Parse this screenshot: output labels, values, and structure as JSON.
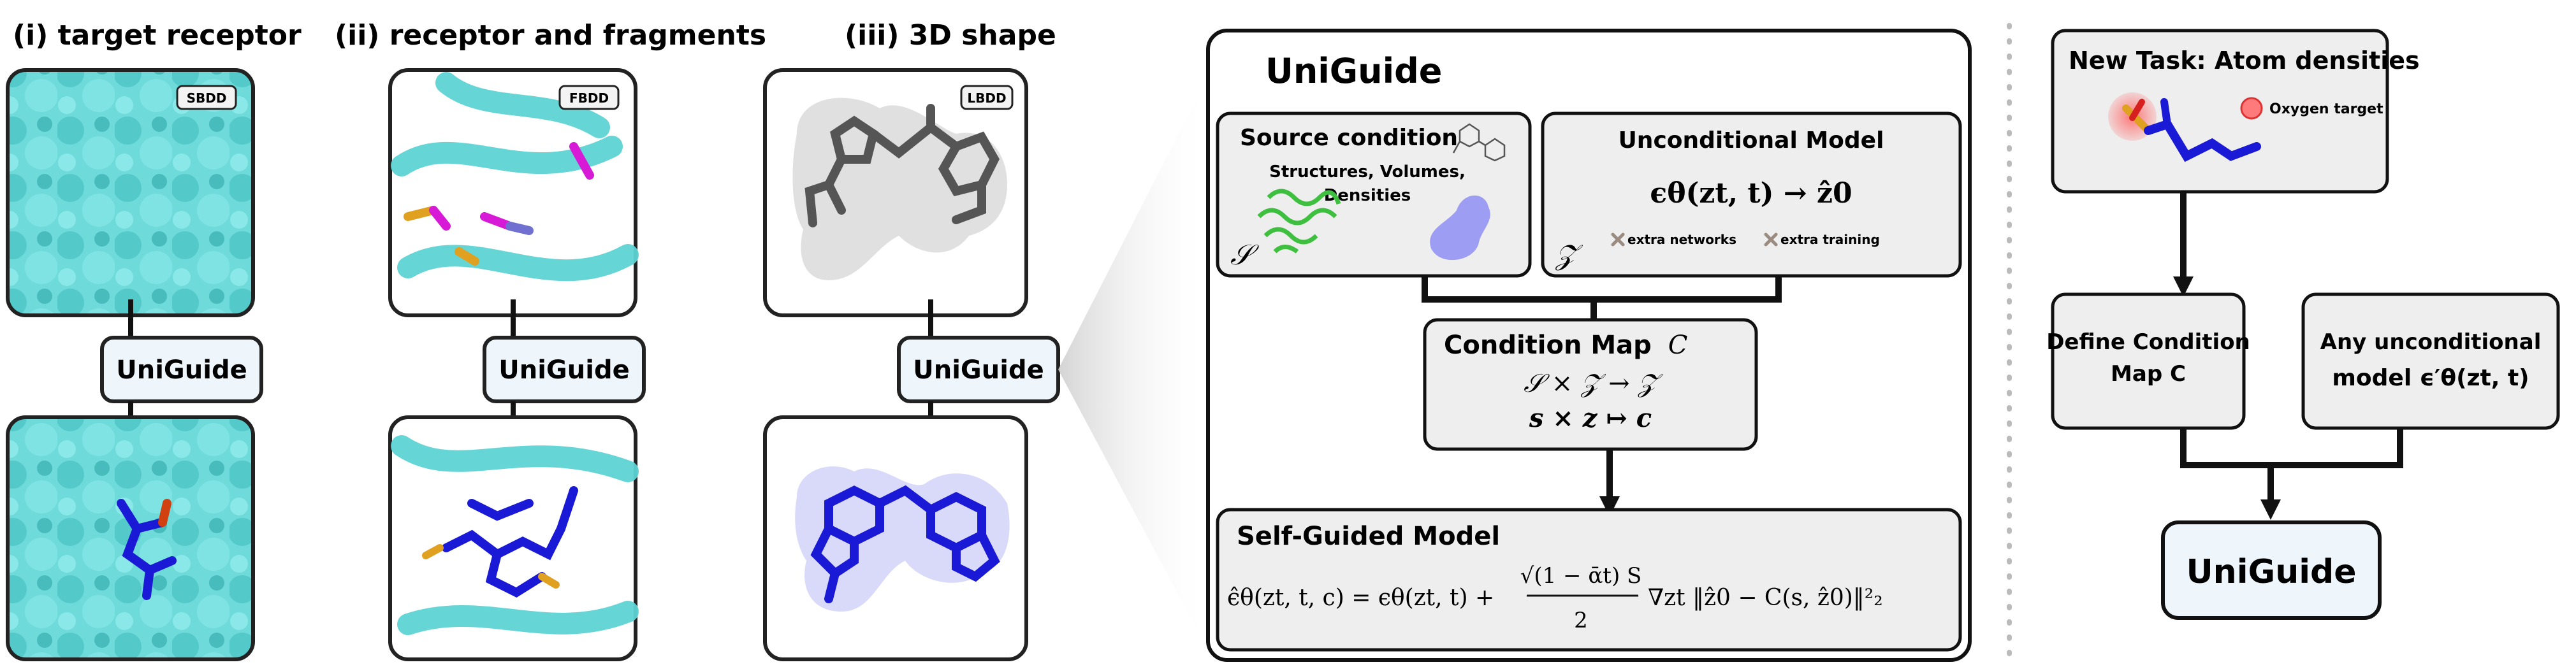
{
  "panels": {
    "sbdd": {
      "heading": "(i) target receptor",
      "tag": "SBDD",
      "guide_label": "UniGuide"
    },
    "fbdd": {
      "heading": "(ii) receptor and fragments",
      "tag": "FBDD",
      "guide_label": "UniGuide"
    },
    "lbdd": {
      "heading": "(iii) 3D shape",
      "tag": "LBDD",
      "guide_label": "UniGuide"
    }
  },
  "uniguide_box": {
    "title": "UniGuide",
    "source_condition": {
      "title": "Source condition",
      "subtitle_line1": "Structures, Volumes,",
      "subtitle_line2": "Densities",
      "symbol": "𝒮"
    },
    "unconditional_model": {
      "title": "Unconditional Model",
      "formula": "ϵθ(zt, t) → ẑ0",
      "symbol": "𝒵",
      "cross1": "extra networks",
      "cross2": "extra training"
    },
    "condition_map": {
      "title": "Condition Map",
      "symbol": "C",
      "line1": "𝒮 × 𝒵  →  𝒵",
      "line2": "s × z  ↦  c"
    },
    "self_guided": {
      "title": "Self-Guided Model",
      "lhs": "ϵ̂θ(zt, t, c) = ϵθ(zt, t) +",
      "frac_num": "√(1 − ᾱt) S",
      "frac_den": "2",
      "rhs": "∇zt ‖ẑ0 − C(s, ẑ0)‖²₂"
    }
  },
  "new_task": {
    "title": "New Task: Atom densities",
    "legend": "Oxygen target",
    "define_condition_line1": "Define Condition",
    "define_condition_line2": "Map C",
    "any_model_line1": "Any unconditional",
    "any_model_line2": "model ϵ′θ(zt, t)",
    "final_label": "UniGuide"
  },
  "colors": {
    "protein": "#5ed3d3",
    "protein_dark": "#3fb0b0",
    "ligand": "#1a1ad6",
    "fragment": "#d61ad6",
    "panel_border": "#222222",
    "box_fill": "#eeeeee"
  }
}
